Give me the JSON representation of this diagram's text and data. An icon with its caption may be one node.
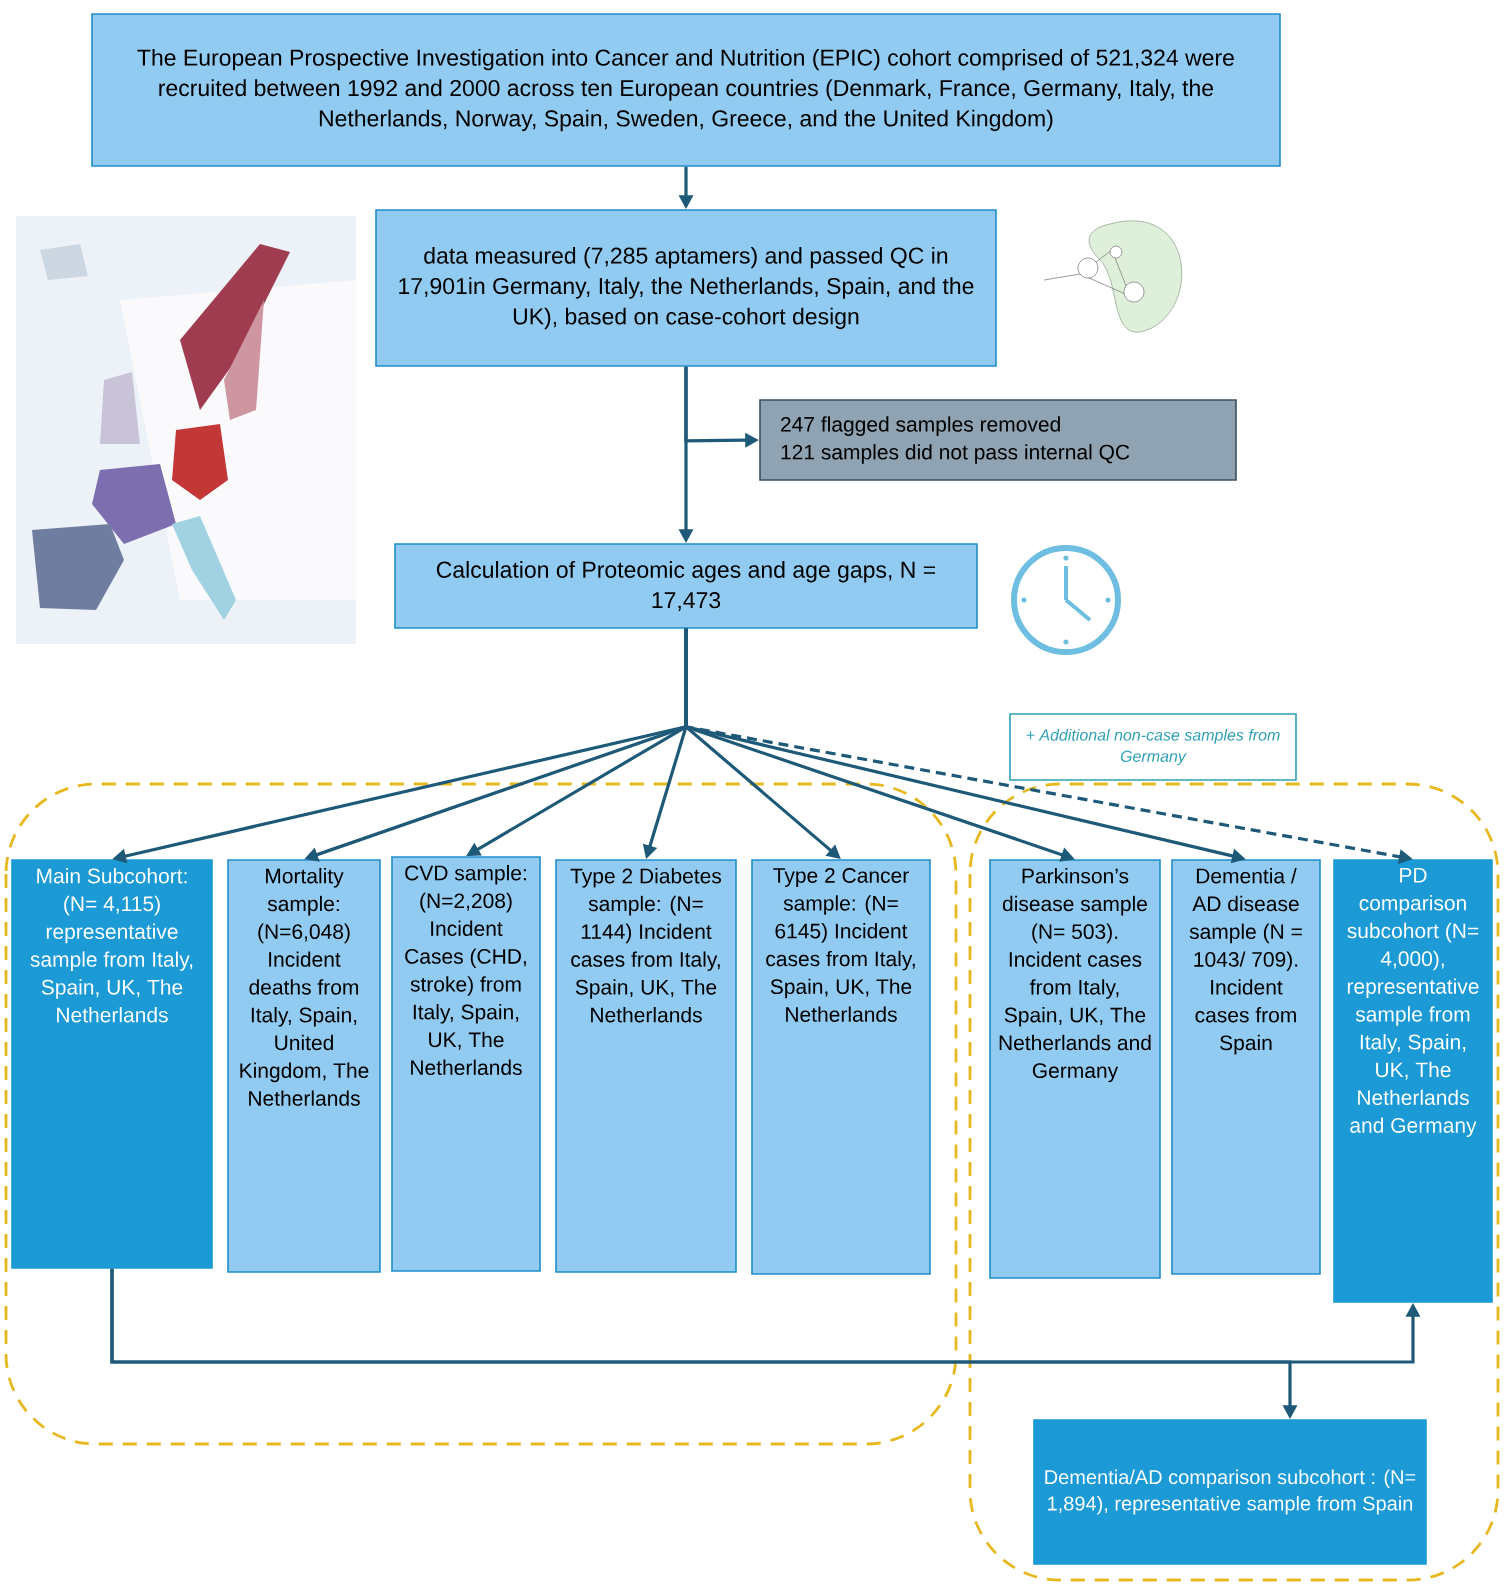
{
  "diagram": {
    "nodes": [
      {
        "text": [
          "The European Prospective Investigation into Cancer and Nutrition (EPIC) cohort comprised of 521,324 were recruited between 1992 and 2000 across ten European countries (Denmark, France, Germany, Italy, the Netherlands, Norway, Spain, Sweden, Greece, and the United Kingdom)"
        ]
      },
      {
        "text": [
          "data measured (7,285 aptamers) and passed QC in 17,901in Germany, Italy, the Netherlands, Spain, and the UK), based on case-cohort design"
        ]
      },
      {
        "text": [
          "247 flagged samples removed",
          "121 samples did not pass internal QC"
        ]
      },
      {
        "text": [
          "Calculation of Proteomic ages and age gaps, N = 17,473"
        ]
      },
      {
        "text": [
          "Main Subcohort: (N= 4,115) representative sample from Italy, Spain, UK, The Netherlands"
        ]
      },
      {
        "text": [
          "Mortality sample: (N=6,048) Incident deaths from Italy, Spain, United Kingdom, The Netherlands"
        ]
      },
      {
        "text": [
          "CVD sample: (N=2,208) Incident Cases (CHD, stroke) from Italy, Spain, UK, The Netherlands"
        ]
      },
      {
        "text": [
          "Type 2 Diabetes sample: (N= 1144) Incident cases from Italy, Spain, UK, The Netherlands"
        ]
      },
      {
        "text": [
          "Type 2 Cancer sample: (N= 6145) Incident cases from Italy, Spain, UK, The Netherlands"
        ]
      },
      {
        "text": [
          "Parkinson’s disease sample (N= 503). Incident cases from Italy, Spain, UK, The Netherlands and Germany"
        ]
      },
      {
        "text": [
          "Dementia / AD disease sample (N = 1043/ 709). Incident cases from Spain"
        ]
      },
      {
        "text": [
          "PD comparison subcohort (N= 4,000), representative sample from Italy, Spain, UK, The Netherlands and Germany"
        ]
      },
      {
        "text": [
          "Dementia/AD comparison subcohort : (N= 1,894), representative sample from Spain"
        ]
      },
      {
        "text": [
          "+ Additional non-case samples from Germany"
        ]
      }
    ],
    "edges": [
      {
        "from": 0,
        "to": 1,
        "arrow": "to"
      },
      {
        "from": 1,
        "to": 3,
        "arrow": "to"
      },
      {
        "from": 1,
        "to": 2,
        "arrow": "to"
      },
      {
        "from": 3,
        "to": 4,
        "arrow": "to"
      },
      {
        "from": 3,
        "to": 5,
        "arrow": "to"
      },
      {
        "from": 3,
        "to": 6,
        "arrow": "to"
      },
      {
        "from": 3,
        "to": 7,
        "arrow": "to"
      },
      {
        "from": 3,
        "to": 8,
        "arrow": "to"
      },
      {
        "from": 3,
        "to": 9,
        "arrow": "to"
      },
      {
        "from": 3,
        "to": 10,
        "arrow": "to"
      },
      {
        "from": 3,
        "to": 11,
        "arrow": "to",
        "style": "dashed"
      },
      {
        "from": 4,
        "to": 11,
        "arrow": "to"
      },
      {
        "from": 4,
        "to": 12,
        "arrow": "to"
      }
    ]
  }
}
